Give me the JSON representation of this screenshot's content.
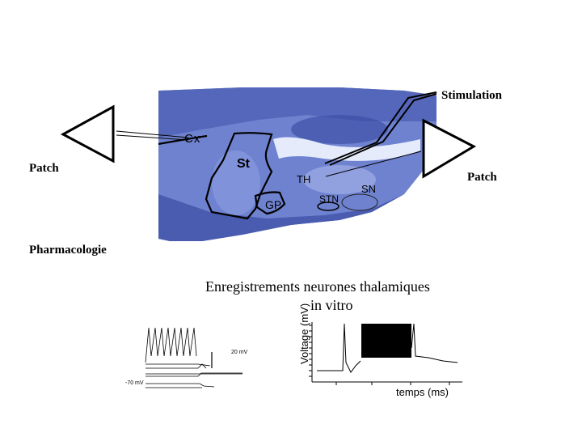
{
  "labels": {
    "stimulation": "Stimulation",
    "patch_left": "Patch",
    "patch_right": "Patch",
    "pharmacologie": "Pharmacologie",
    "title_line1": "Enregistrements neurones thalamiques",
    "title_line2": "in vitro"
  },
  "regions": {
    "cx": "Cx",
    "st": "St",
    "th": "TH",
    "gp": "GP",
    "stn": "STN",
    "sn": "SN"
  },
  "recording_left": {
    "scale_mv": "20 mV",
    "baseline_mv": "-70 mV"
  },
  "recording_right": {
    "ylabel": "Voltage (mV)",
    "xlabel": "temps (ms)"
  },
  "colors": {
    "slice_base": "#5a6fc0",
    "slice_light": "#b9c3ee",
    "outline": "#000000"
  }
}
